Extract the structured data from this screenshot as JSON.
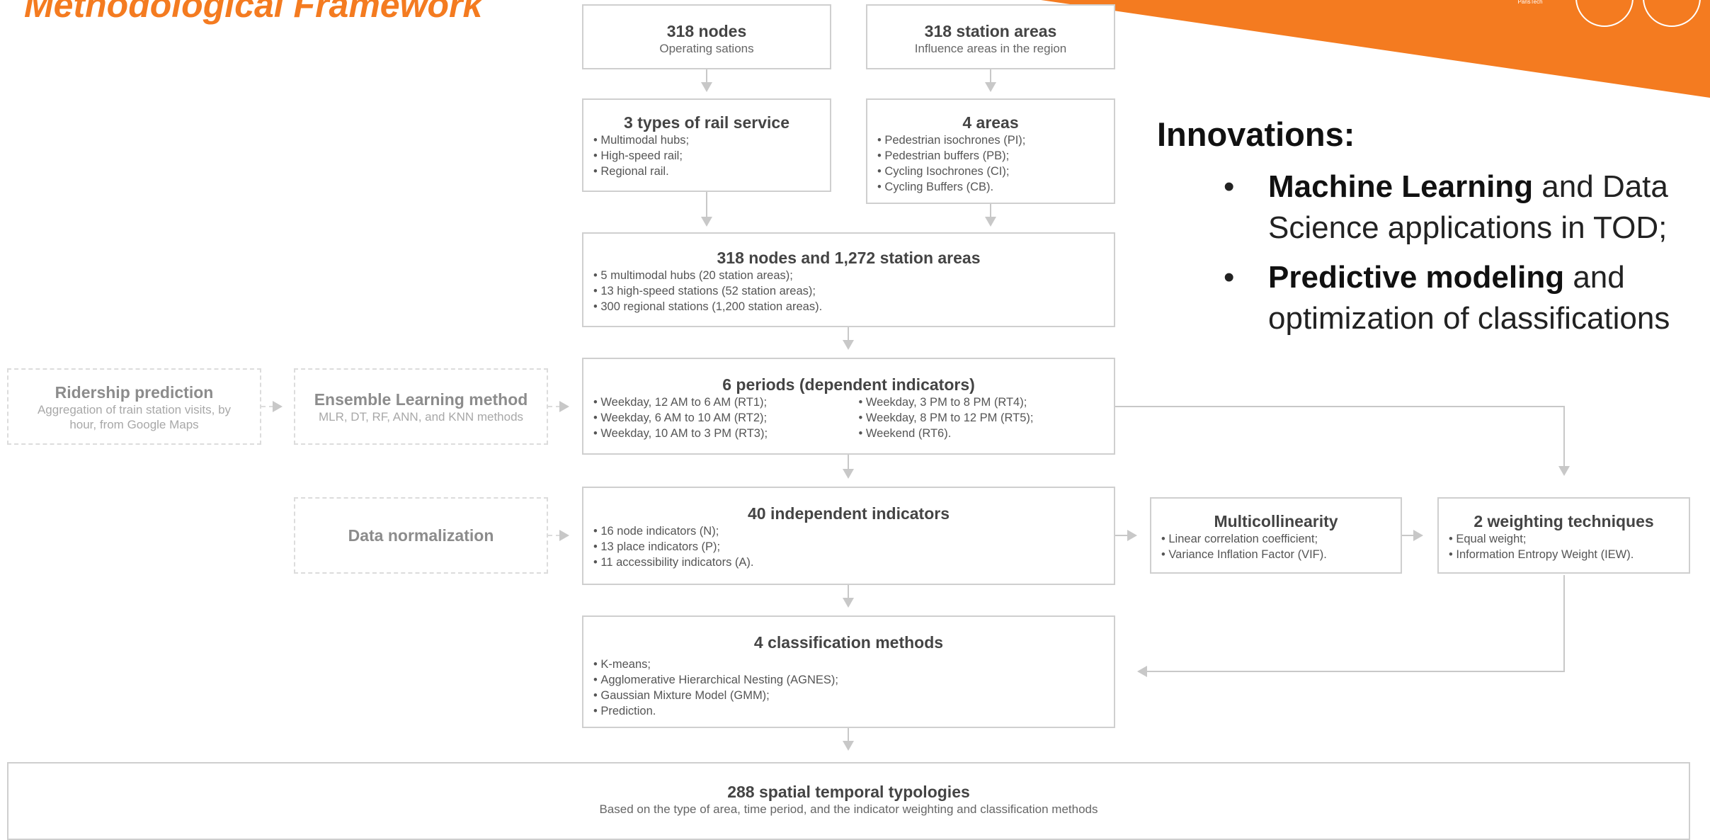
{
  "title": "Methodological Framework",
  "logos": [
    "École des Ponts ParisTech",
    "",
    ""
  ],
  "boxes": {
    "nodes": {
      "title": "318 nodes",
      "sub": "Operating sations"
    },
    "station_areas": {
      "title": "318 station areas",
      "sub": "Influence areas in the region"
    },
    "rail_types": {
      "title": "3 types of rail service",
      "items": [
        "Multimodal hubs;",
        "High-speed rail;",
        "Regional rail."
      ]
    },
    "areas": {
      "title": "4 areas",
      "items": [
        "Pedestrian isochrones (PI);",
        "Pedestrian buffers (PB);",
        "Cycling Isochrones (CI);",
        "Cycling Buffers (CB)."
      ]
    },
    "nodes_areas": {
      "title": "318 nodes and 1,272 station areas",
      "items": [
        "5 multimodal hubs (20 station areas);",
        "13 high-speed stations (52 station areas);",
        "300 regional stations (1,200 station areas)."
      ]
    },
    "periods": {
      "title": "6 periods (dependent indicators)",
      "items_left": [
        "Weekday, 12 AM to 6 AM (RT1);",
        "Weekday, 6 AM to 10 AM (RT2);",
        "Weekday, 10 AM to 3 PM (RT3);"
      ],
      "items_right": [
        "Weekday, 3 PM to 8 PM (RT4);",
        "Weekday, 8 PM to 12 PM (RT5);",
        "Weekend (RT6)."
      ]
    },
    "independent": {
      "title": "40 independent indicators",
      "items": [
        "16 node indicators (N);",
        "13 place indicators (P);",
        "11 accessibility indicators (A)."
      ]
    },
    "classification": {
      "title": "4 classification methods",
      "items": [
        "K-means;",
        "Agglomerative Hierarchical Nesting (AGNES);",
        "Gaussian Mixture Model (GMM);",
        "Prediction."
      ]
    },
    "multicollinearity": {
      "title": "Multicollinearity",
      "items": [
        "Linear correlation coefficient;",
        "Variance Inflation Factor (VIF)."
      ]
    },
    "weighting": {
      "title": "2 weighting techniques",
      "items": [
        "Equal weight;",
        "Information Entropy Weight (IEW)."
      ]
    },
    "ridership": {
      "title": "Ridership prediction",
      "sub": "Aggregation of train station visits, by hour, from Google Maps"
    },
    "ensemble": {
      "title": "Ensemble Learning method",
      "sub": "MLR, DT, RF, ANN, and KNN methods"
    },
    "normalization": {
      "title": "Data normalization"
    },
    "typologies": {
      "title": "288 spatial temporal typologies",
      "sub": "Based on the type of area, time period, and the indicator weighting and classification methods"
    }
  },
  "innovations": {
    "heading": "Innovations:",
    "items": [
      {
        "bold": "Machine Learning",
        "rest_line1": " and Data",
        "line2": "Science applications in TOD;"
      },
      {
        "bold": "Predictive modeling",
        "rest_line1": " and",
        "line2": "optimization of classifications"
      }
    ]
  },
  "colors": {
    "accent": "#f47b20",
    "box_border": "#cfcfcf",
    "connector": "#c8c8c8"
  }
}
